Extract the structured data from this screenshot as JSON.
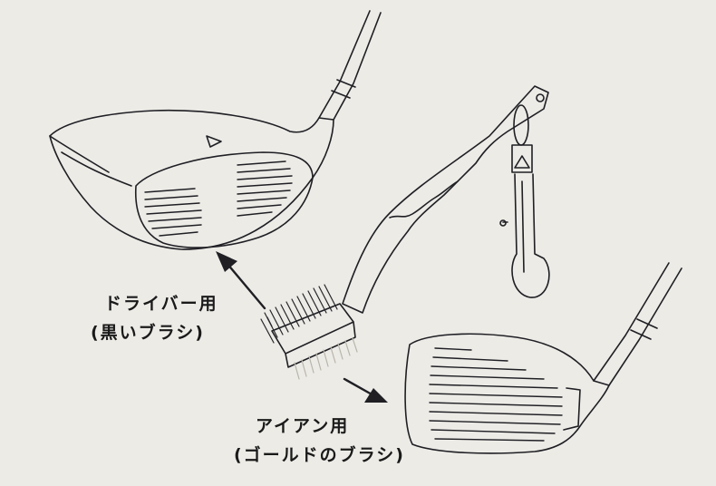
{
  "labels": {
    "driver_title": "ドライバー用",
    "driver_sub": "(黒いブラシ)",
    "iron_title": "アイアン用",
    "iron_sub": "(ゴールドのブラシ)"
  },
  "colors": {
    "background": "#ecebe6",
    "line": "#1f1f24",
    "black_bristles": "#26262a",
    "gold_bristles": "#c9c6bb"
  }
}
